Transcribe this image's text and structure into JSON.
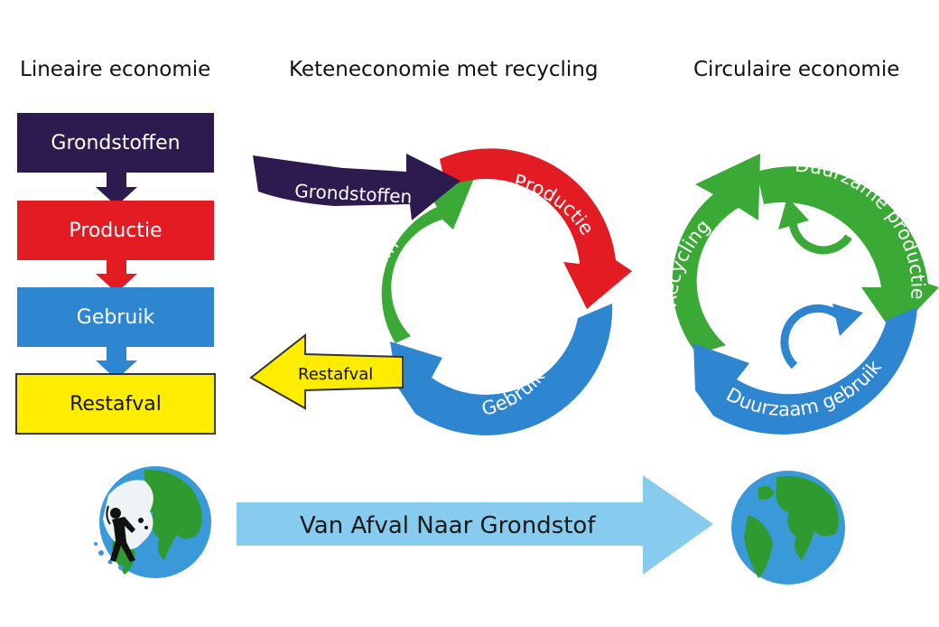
{
  "colors": {
    "purple": "#2d1a4f",
    "red": "#e31b23",
    "blue": "#2e86d1",
    "yellow": "#ffed00",
    "green": "#3aa935",
    "light_blue": "#87ccee",
    "globe_ocean": "#3a9ad9",
    "globe_land": "#2f9a2f"
  },
  "linear": {
    "title": "Lineaire economie",
    "steps": [
      "Grondstoffen",
      "Productie",
      "Gebruik",
      "Restafval"
    ]
  },
  "chain": {
    "title": "Keteneconomie met recycling",
    "input": "Grondstoffen",
    "production": "Productie",
    "use": "Gebruik",
    "recycling": "Recycling",
    "waste": "Restafval"
  },
  "circular": {
    "title": "Circulaire economie",
    "production": "Duurzame productie",
    "use": "Duurzaam gebruik",
    "recycling": "Recycling"
  },
  "bottom": {
    "transition": "Van Afval Naar Grondstof"
  },
  "icons": [
    "arrow-down-icon",
    "globe-polluted-icon",
    "globe-clean-icon",
    "person-dumping-waste-icon",
    "cycle-arrow-icon"
  ]
}
